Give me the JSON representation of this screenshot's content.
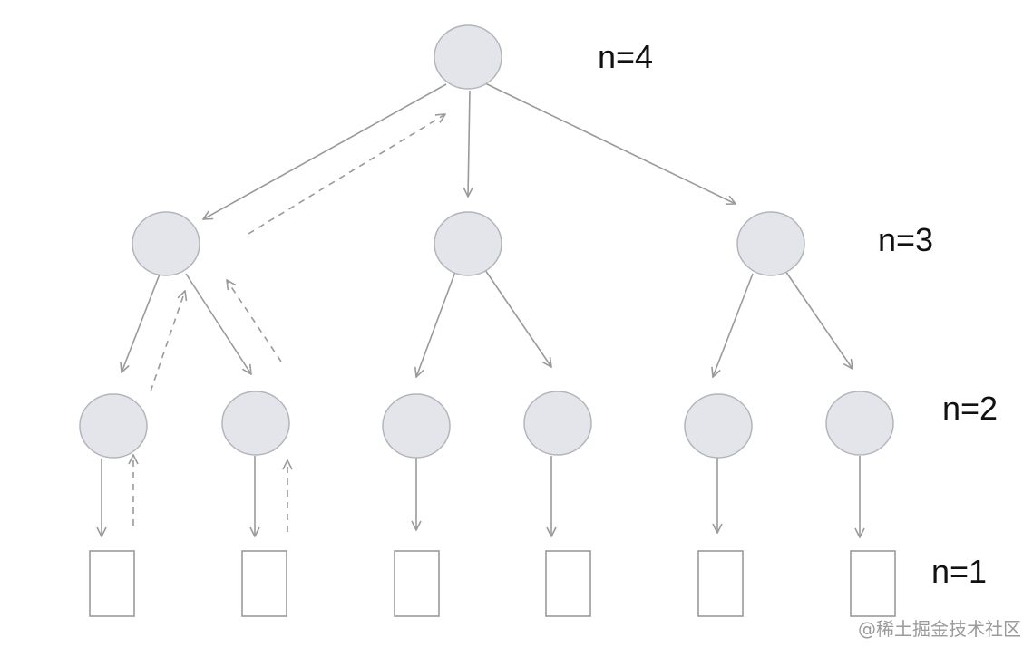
{
  "labels": {
    "n4": "n=4",
    "n3": "n=3",
    "n2": "n=2",
    "n1": "n=1"
  },
  "watermark": "@稀土掘金技术社区",
  "colors": {
    "node_fill": "#e3e5ea",
    "node_stroke": "#b2b5bb",
    "edge": "#9a9a9a",
    "leaf_stroke": "#9a9a9a"
  }
}
